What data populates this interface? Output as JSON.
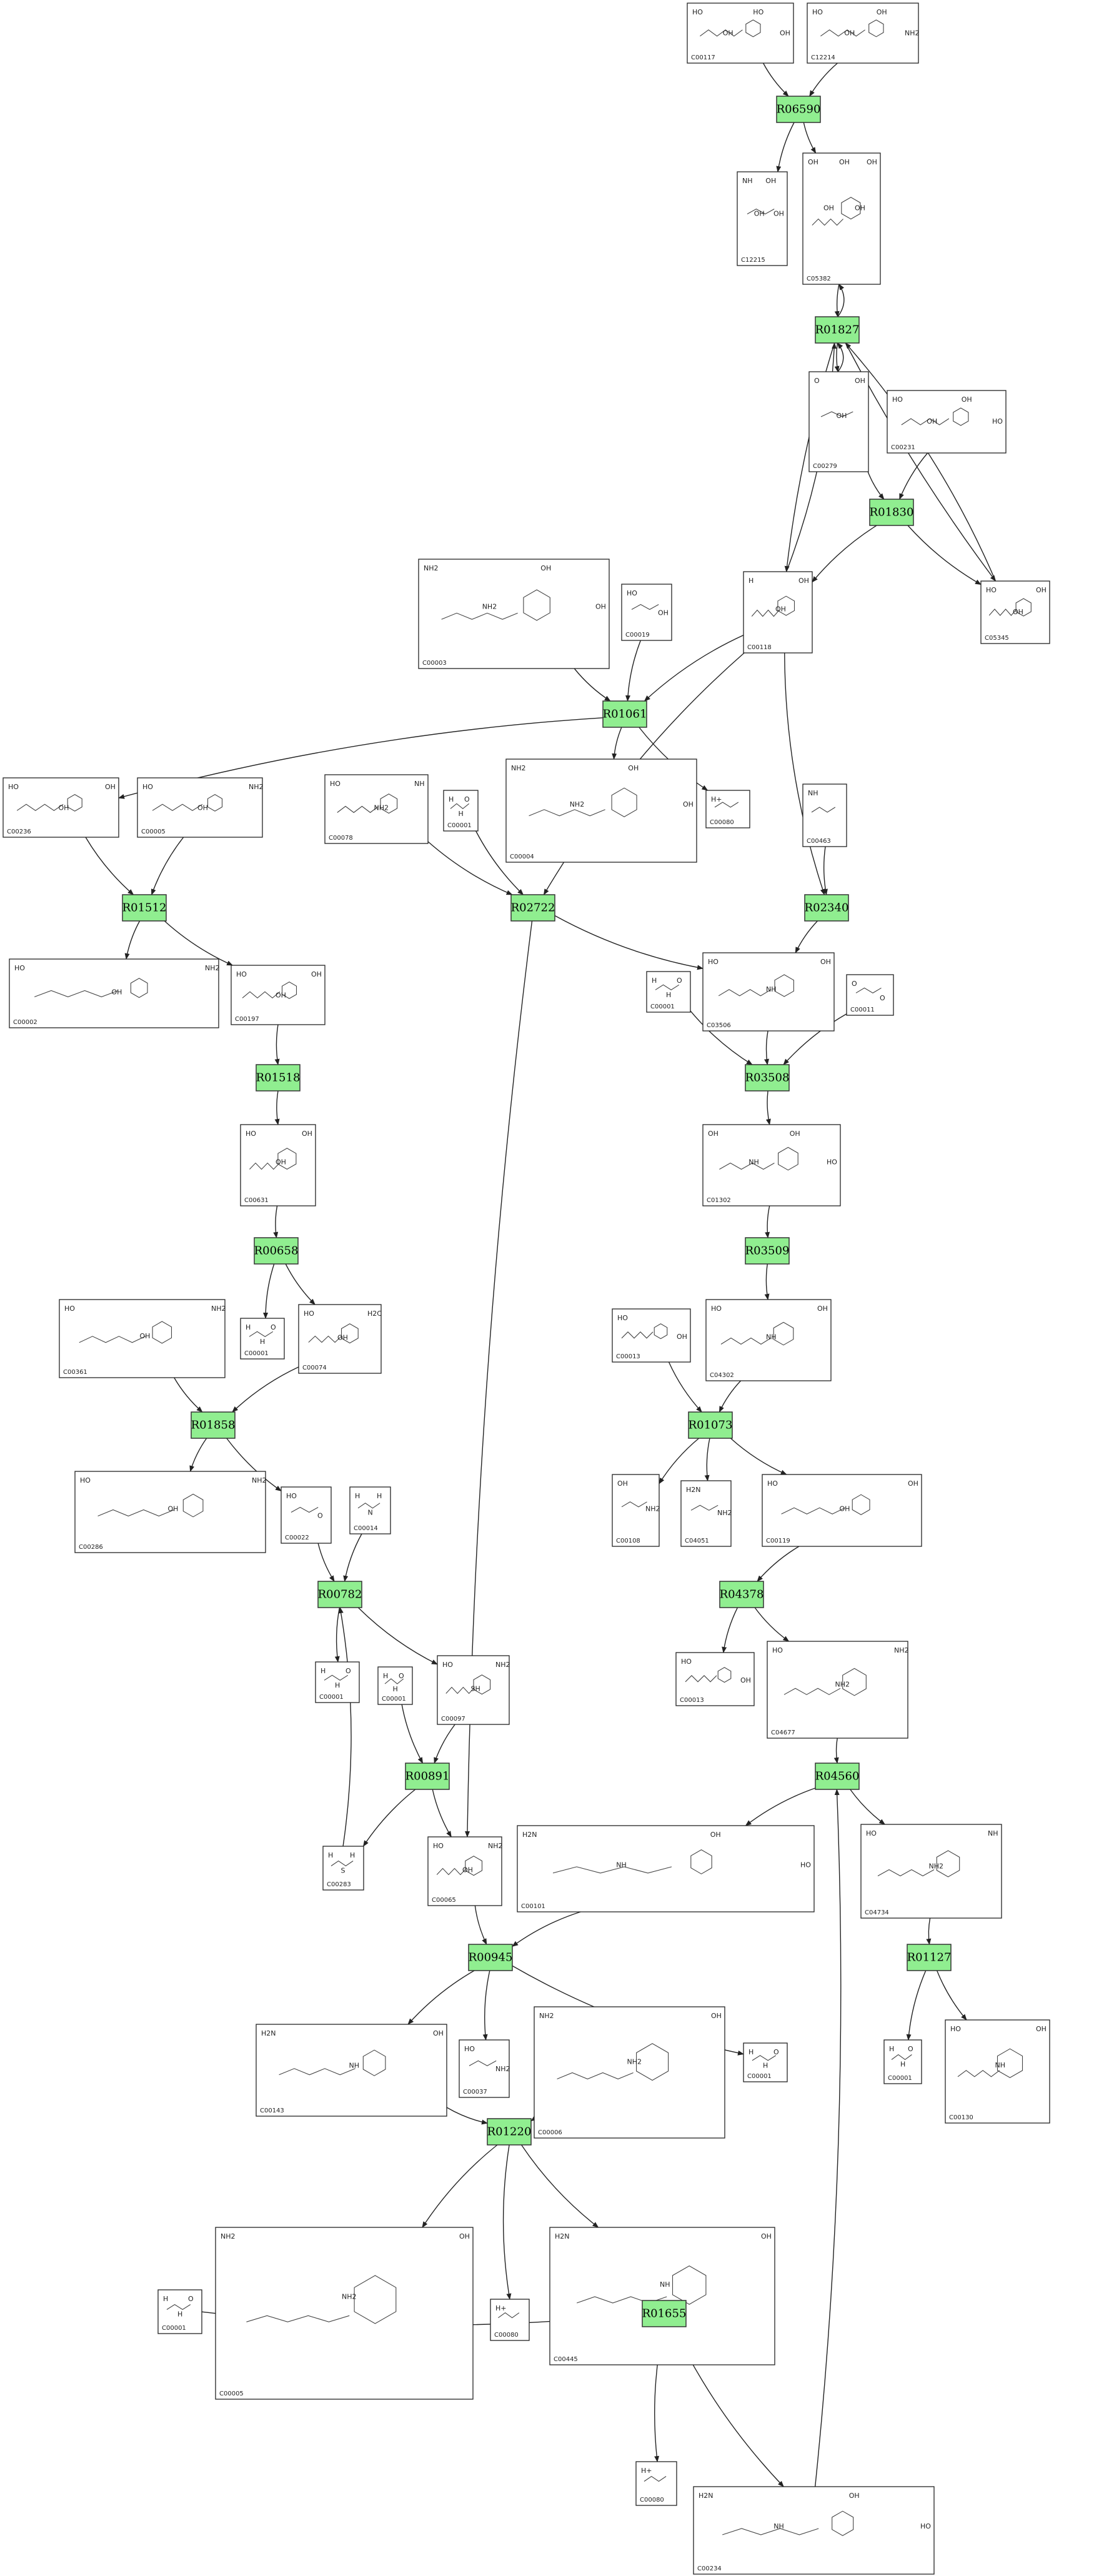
{
  "reactions": [
    {
      "id": "R06590"
    },
    {
      "id": "R01827"
    },
    {
      "id": "R01830"
    },
    {
      "id": "R01061"
    },
    {
      "id": "R01512"
    },
    {
      "id": "R02722"
    },
    {
      "id": "R02340"
    },
    {
      "id": "R01518"
    },
    {
      "id": "R03508"
    },
    {
      "id": "R03509"
    },
    {
      "id": "R00658"
    },
    {
      "id": "R01073"
    },
    {
      "id": "R01858"
    },
    {
      "id": "R04378"
    },
    {
      "id": "R00782"
    },
    {
      "id": "R00891"
    },
    {
      "id": "R04560"
    },
    {
      "id": "R00945"
    },
    {
      "id": "R01127"
    },
    {
      "id": "R01220"
    },
    {
      "id": "R01655"
    }
  ],
  "compounds": [
    {
      "id": "C00117",
      "label": "C00117",
      "atoms": [
        "HO",
        "OH",
        "HO",
        "OH"
      ]
    },
    {
      "id": "C12214",
      "label": "C12214",
      "atoms": [
        "HO",
        "OH",
        "OH",
        "NH2"
      ]
    },
    {
      "id": "C12215",
      "label": "C12215",
      "atoms": [
        "NH",
        "OH",
        "OH",
        "OH"
      ]
    },
    {
      "id": "C05382",
      "label": "C05382",
      "atoms": [
        "OH",
        "OH",
        "OH",
        "OH",
        "OH"
      ]
    },
    {
      "id": "C00279",
      "label": "C00279",
      "atoms": [
        "O",
        "OH",
        "OH"
      ]
    },
    {
      "id": "C00231",
      "label": "C00231",
      "atoms": [
        "HO",
        "OH",
        "OH",
        "HO"
      ]
    },
    {
      "id": "C05345",
      "label": "C05345",
      "atoms": [
        "HO",
        "OH",
        "OH"
      ]
    },
    {
      "id": "C00003",
      "label": "C00003",
      "atoms": [
        "NH2",
        "NH2",
        "OH",
        "OH"
      ]
    },
    {
      "id": "C00019",
      "label": "C00019",
      "atoms": [
        "HO",
        "OH"
      ]
    },
    {
      "id": "C00118",
      "label": "C00118",
      "atoms": [
        "H",
        "OH",
        "OH"
      ]
    },
    {
      "id": "C00236",
      "label": "C00236",
      "atoms": [
        "HO",
        "OH",
        "OH"
      ]
    },
    {
      "id": "C00005",
      "label": "C00005",
      "atoms": [
        "HO",
        "OH",
        "NH2"
      ]
    },
    {
      "id": "C00078",
      "label": "C00078",
      "atoms": [
        "HO",
        "NH2",
        "NH"
      ]
    },
    {
      "id": "C00001a",
      "label": "C00001",
      "atoms": [
        "H",
        "H",
        "O"
      ]
    },
    {
      "id": "C00004",
      "label": "C00004",
      "atoms": [
        "NH2",
        "NH2",
        "OH",
        "OH"
      ]
    },
    {
      "id": "C00080a",
      "label": "C00080",
      "atoms": [
        "H+"
      ]
    },
    {
      "id": "C00463",
      "label": "C00463",
      "atoms": [
        "NH"
      ]
    },
    {
      "id": "C00002",
      "label": "C00002",
      "atoms": [
        "HO",
        "OH",
        "NH2"
      ]
    },
    {
      "id": "C00197",
      "label": "C00197",
      "atoms": [
        "HO",
        "OH",
        "OH"
      ]
    },
    {
      "id": "C00001b",
      "label": "C00001",
      "atoms": [
        "H",
        "H",
        "O"
      ]
    },
    {
      "id": "C03506",
      "label": "C03506",
      "atoms": [
        "HO",
        "NH",
        "OH"
      ]
    },
    {
      "id": "C00011",
      "label": "C00011",
      "atoms": [
        "O",
        "O"
      ]
    },
    {
      "id": "C00631",
      "label": "C00631",
      "atoms": [
        "HO",
        "OH",
        "OH"
      ]
    },
    {
      "id": "C01302",
      "label": "C01302",
      "atoms": [
        "OH",
        "NH",
        "OH",
        "HO"
      ]
    },
    {
      "id": "C00361",
      "label": "C00361",
      "atoms": [
        "HO",
        "OH",
        "NH2"
      ]
    },
    {
      "id": "C00001c",
      "label": "C00001",
      "atoms": [
        "H",
        "H",
        "O"
      ]
    },
    {
      "id": "C00074",
      "label": "C00074",
      "atoms": [
        "HO",
        "OH",
        "H2C"
      ]
    },
    {
      "id": "C00013a",
      "label": "C00013",
      "atoms": [
        "HO",
        "OH"
      ]
    },
    {
      "id": "C04302",
      "label": "C04302",
      "atoms": [
        "HO",
        "NH",
        "OH"
      ]
    },
    {
      "id": "C00286",
      "label": "C00286",
      "atoms": [
        "HO",
        "OH",
        "NH2"
      ]
    },
    {
      "id": "C00022",
      "label": "C00022",
      "atoms": [
        "HO",
        "O"
      ]
    },
    {
      "id": "C00014",
      "label": "C00014",
      "atoms": [
        "H",
        "N",
        "H"
      ]
    },
    {
      "id": "C00108",
      "label": "C00108",
      "atoms": [
        "OH",
        "NH2"
      ]
    },
    {
      "id": "C04051",
      "label": "C04051",
      "atoms": [
        "H2N",
        "NH2"
      ]
    },
    {
      "id": "C00119",
      "label": "C00119",
      "atoms": [
        "HO",
        "OH",
        "OH"
      ]
    },
    {
      "id": "C00001d",
      "label": "C00001",
      "atoms": [
        "H",
        "H",
        "O"
      ]
    },
    {
      "id": "C00001e",
      "label": "C00001",
      "atoms": [
        "H",
        "H",
        "O"
      ]
    },
    {
      "id": "C00097",
      "label": "C00097",
      "atoms": [
        "HO",
        "SH",
        "NH2"
      ]
    },
    {
      "id": "C00013b",
      "label": "C00013",
      "atoms": [
        "HO",
        "OH"
      ]
    },
    {
      "id": "C04677",
      "label": "C04677",
      "atoms": [
        "HO",
        "NH2",
        "NH2"
      ]
    },
    {
      "id": "C00283",
      "label": "C00283",
      "atoms": [
        "H",
        "S",
        "H"
      ]
    },
    {
      "id": "C00065",
      "label": "C00065",
      "atoms": [
        "HO",
        "OH",
        "NH2"
      ]
    },
    {
      "id": "C00101",
      "label": "C00101",
      "atoms": [
        "H2N",
        "NH",
        "OH",
        "HO"
      ]
    },
    {
      "id": "C04734",
      "label": "C04734",
      "atoms": [
        "HO",
        "NH2",
        "NH"
      ]
    },
    {
      "id": "C00143",
      "label": "C00143",
      "atoms": [
        "H2N",
        "NH",
        "OH"
      ]
    },
    {
      "id": "C00037",
      "label": "C00037",
      "atoms": [
        "HO",
        "NH2"
      ]
    },
    {
      "id": "C00006",
      "label": "C00006",
      "atoms": [
        "NH2",
        "NH2",
        "OH"
      ]
    },
    {
      "id": "C00001f",
      "label": "C00001",
      "atoms": [
        "H",
        "H",
        "O"
      ]
    },
    {
      "id": "C00001g",
      "label": "C00001",
      "atoms": [
        "H",
        "H",
        "O"
      ]
    },
    {
      "id": "C00130",
      "label": "C00130",
      "atoms": [
        "HO",
        "NH",
        "OH"
      ]
    },
    {
      "id": "C00001h",
      "label": "C00001",
      "atoms": [
        "H",
        "H",
        "O"
      ]
    },
    {
      "id": "C00005b",
      "label": "C00005",
      "atoms": [
        "NH2",
        "NH2",
        "OH"
      ]
    },
    {
      "id": "C00080b",
      "label": "C00080",
      "atoms": [
        "H+"
      ]
    },
    {
      "id": "C00445",
      "label": "C00445",
      "atoms": [
        "H2N",
        "NH",
        "OH"
      ]
    },
    {
      "id": "C00080c",
      "label": "C00080",
      "atoms": [
        "H+"
      ]
    },
    {
      "id": "C00234",
      "label": "C00234",
      "atoms": [
        "H2N",
        "NH",
        "OH",
        "HO"
      ]
    }
  ]
}
